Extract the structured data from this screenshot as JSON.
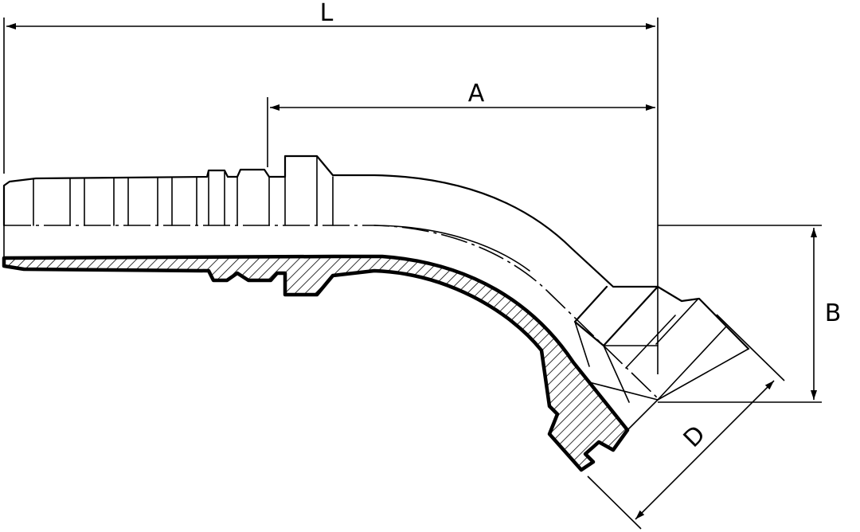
{
  "drawing": {
    "title": "",
    "dimensions": {
      "L": "L",
      "A": "A",
      "B": "B",
      "D": "D"
    }
  }
}
